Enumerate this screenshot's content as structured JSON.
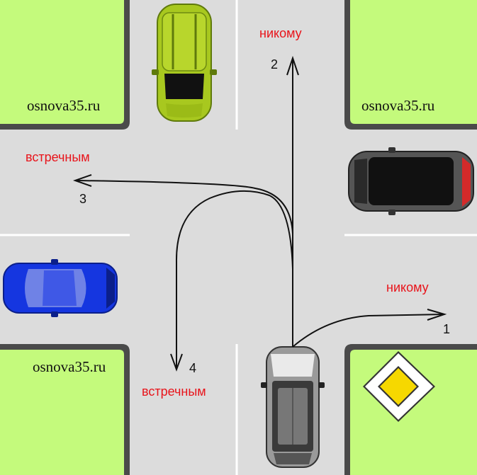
{
  "watermarks": {
    "top_left": "osnova35.ru",
    "top_right": "osnova35.ru",
    "bottom_left": "osnova35.ru"
  },
  "routes": [
    {
      "number": "1",
      "label": "никому"
    },
    {
      "number": "2",
      "label": "никому"
    },
    {
      "number": "3",
      "label": "встречным"
    },
    {
      "number": "4",
      "label": "встречным"
    }
  ],
  "sign": {
    "type": "priority-road",
    "colors": {
      "border": "#ffffff",
      "fill": "#f6d800",
      "edge": "#333333"
    }
  },
  "colors": {
    "road": "#dcdcdc",
    "grass": "#c4fa7c",
    "curb": "#4a4a4a",
    "label_red": "#e8141b",
    "car_green": "#a8c81f",
    "car_blue": "#1536e0",
    "car_dark": "#3a3a3a",
    "car_silver": "#9a9a9a"
  }
}
